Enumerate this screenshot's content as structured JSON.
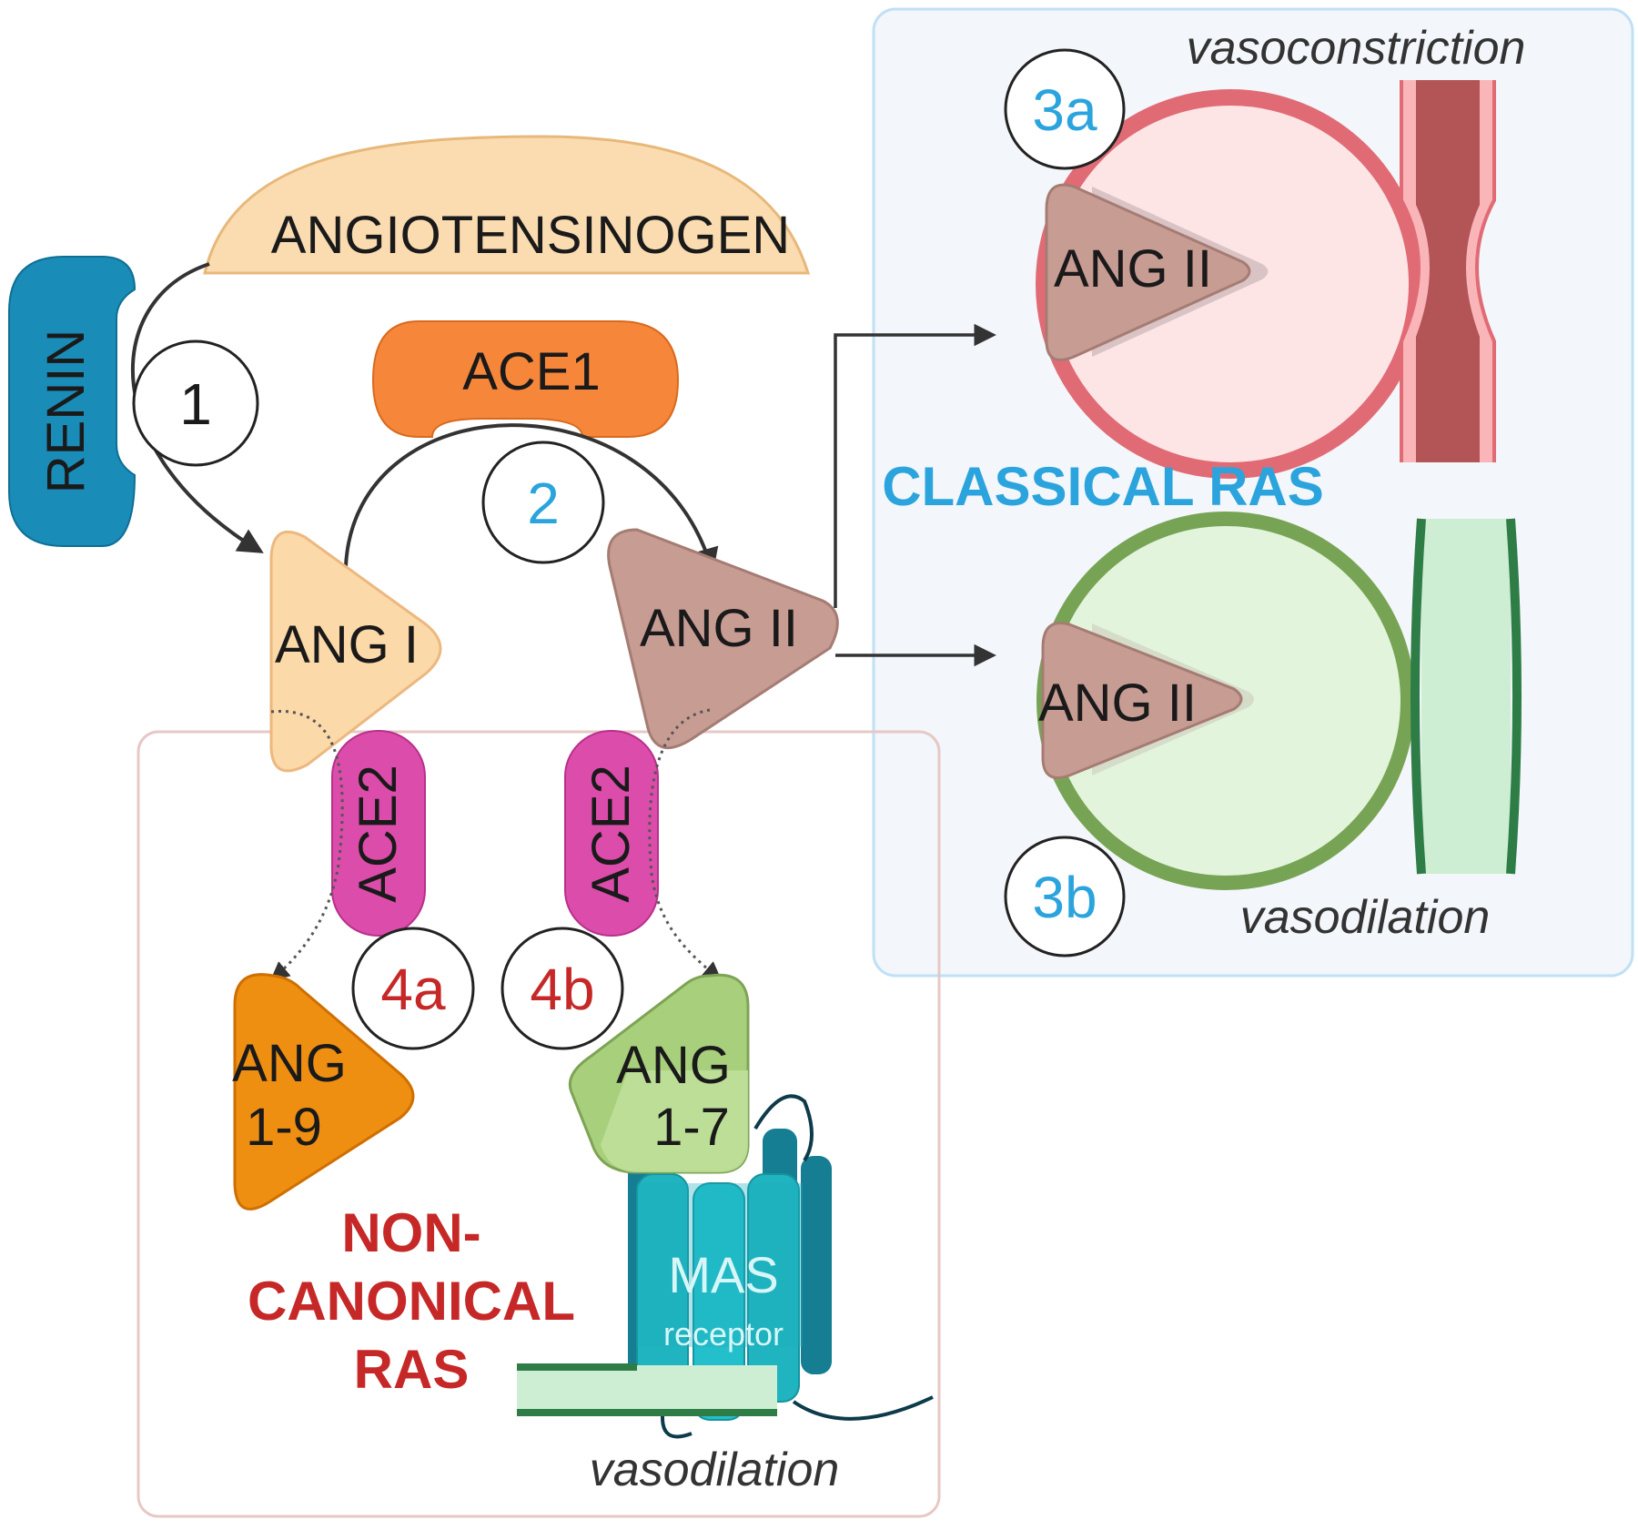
{
  "molecules": {
    "angiotensinogen": "ANGIOTENSINOGEN",
    "renin": "RENIN",
    "ace1": "ACE1",
    "ang1": "ANG I",
    "ang2": "ANG II",
    "ang2_vasoconstriction": "ANG II",
    "ang2_vasodilation": "ANG II",
    "ace2_left": "ACE2",
    "ace2_right": "ACE2",
    "ang19": [
      "ANG",
      "1-9"
    ],
    "ang17": [
      "ANG",
      "1-7"
    ],
    "mas": [
      "MAS",
      "receptor"
    ]
  },
  "steps": {
    "s1": "1",
    "s2": "2",
    "s3a": "3a",
    "s3b": "3b",
    "s4a": "4a",
    "s4b": "4b"
  },
  "effects": {
    "vasoconstriction": "vasoconstriction",
    "vasodilation_classical": "vasodilation",
    "vasodilation_noncanonical": "vasodilation"
  },
  "panels": {
    "classical_title": "CLASSICAL RAS",
    "noncanonical_title": [
      "NON-",
      "CANONICAL",
      "RAS"
    ]
  },
  "colors": {
    "renin": "#1a8cb8",
    "angiotensinogen": "#fbdcb1",
    "ace1": "#f6863a",
    "ang1": "#fcd9a8",
    "ang2": "#c79c93",
    "ace2": "#dc4cab",
    "ang19": "#ee8f12",
    "ang17": "#a8d07c",
    "mas": "#1fb4c0",
    "classical_text": "#2ba4dd",
    "noncanonical_text": "#c62828",
    "vasoconstriction": "#e06b75",
    "vasodilation": "#77a454"
  }
}
